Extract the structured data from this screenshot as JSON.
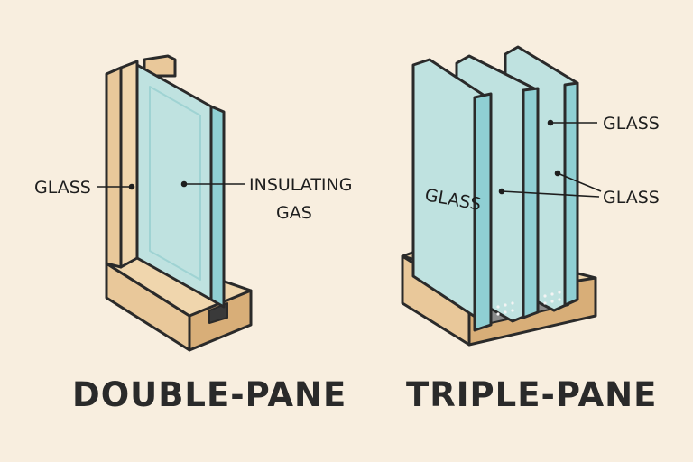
{
  "colors": {
    "background": "#f8eedf",
    "frame_wood": "#e9c89a",
    "frame_wood_dark": "#d8ae78",
    "glass_face": "#bfe2e0",
    "glass_edge": "#8fcfd3",
    "spacer": "#8a8a8a",
    "outline": "#2a2a2a"
  },
  "double_pane": {
    "title": "DOUBLE-PANE",
    "label_glass": "GLASS",
    "label_gas_line1": "INSULATING",
    "label_gas_line2": "GAS"
  },
  "triple_pane": {
    "title": "TRIPLE-PANE",
    "label_glass_left": "GLASS",
    "label_glass_top": "GLASS",
    "label_glass_mid": "GLASS"
  }
}
